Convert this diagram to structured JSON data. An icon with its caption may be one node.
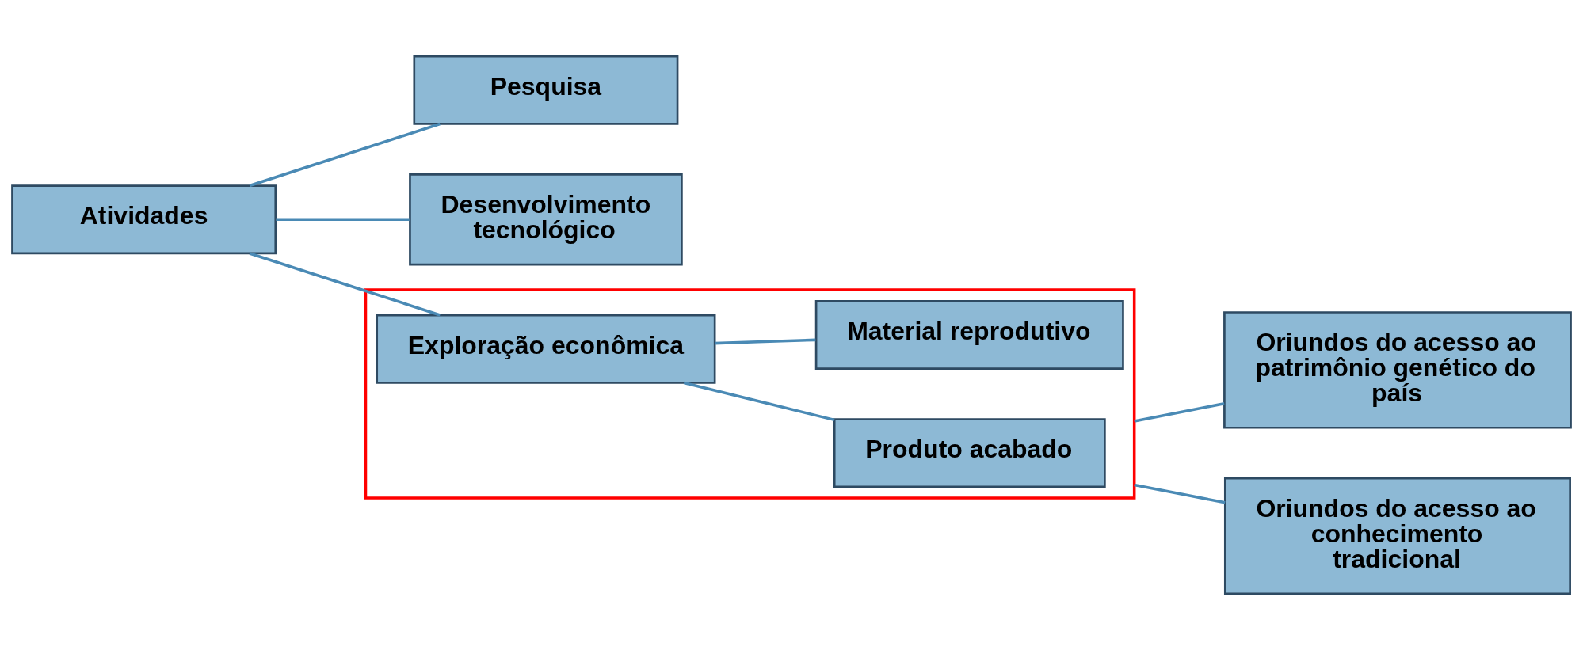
{
  "diagram": {
    "nodes": [
      {
        "text": [
          "Atividades"
        ]
      },
      {
        "text": [
          "Pesquisa"
        ]
      },
      {
        "text": [
          "Desenvolvimento tecnológico"
        ]
      },
      {
        "text": [],
        "shape": "box"
      },
      {
        "text": [
          "Exploração econômica"
        ],
        "in": 3
      },
      {
        "text": [
          "Produto acabado"
        ],
        "in": 3
      },
      {
        "text": [
          "Material reprodutivo"
        ],
        "in": 3
      },
      {
        "text": [
          "Oriundos do acesso ao patrimônio genético do país"
        ]
      },
      {
        "text": [
          "Oriundos do acesso ao conhecimento tradicional"
        ]
      }
    ],
    "edges": [
      {
        "from": 0,
        "to": 1,
        "arrow": "none"
      },
      {
        "from": 0,
        "to": 2,
        "arrow": "none"
      },
      {
        "from": 0,
        "to": 4,
        "arrow": "none"
      },
      {
        "from": 4,
        "to": 5,
        "arrow": "none"
      },
      {
        "from": 4,
        "to": 6,
        "arrow": "none"
      },
      {
        "from": 3,
        "to": 7,
        "arrow": "none"
      },
      {
        "from": 3,
        "to": 8,
        "arrow": "none"
      }
    ]
  }
}
